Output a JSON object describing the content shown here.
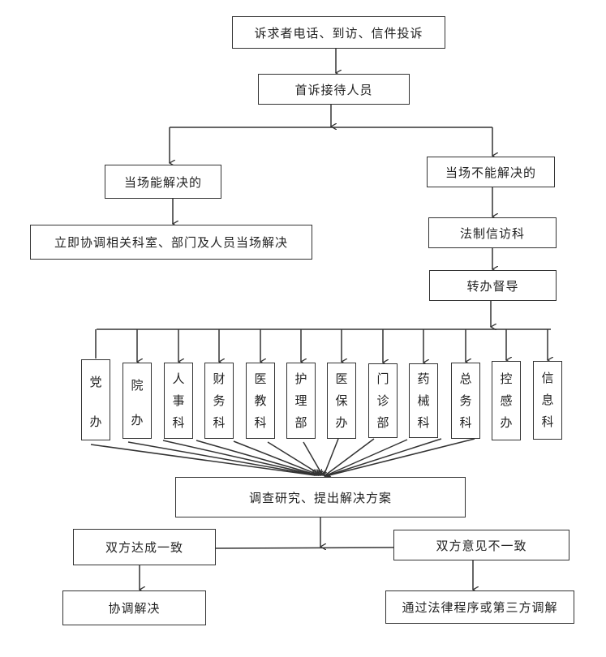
{
  "title": "投诉处理流程图",
  "nodes": {
    "source": "诉求者电话、到访、信件投诉",
    "reception": "首诉接待人员",
    "can_resolve": "当场能解决的",
    "cannot_resolve": "当场不能解决的",
    "immediate": "立即协调相关科室、部门及人员当场解决",
    "legal_office": "法制信访科",
    "supervise": "转办督导",
    "investigate": "调查研究、提出解决方案",
    "agree": "双方达成一致",
    "disagree": "双方意见不一致",
    "coordinate": "协调解决",
    "legal_route": "通过法律程序或第三方调解"
  },
  "departments": [
    {
      "label": "党办",
      "chars": [
        "党",
        "办"
      ]
    },
    {
      "label": "院办",
      "chars": [
        "院",
        "办"
      ]
    },
    {
      "label": "人事科",
      "chars": [
        "人",
        "事",
        "科"
      ]
    },
    {
      "label": "财务科",
      "chars": [
        "财",
        "务",
        "科"
      ]
    },
    {
      "label": "医教科",
      "chars": [
        "医",
        "教",
        "科"
      ]
    },
    {
      "label": "护理部",
      "chars": [
        "护",
        "理",
        "部"
      ]
    },
    {
      "label": "医保办",
      "chars": [
        "医",
        "保",
        "办"
      ]
    },
    {
      "label": "门诊部",
      "chars": [
        "门",
        "诊",
        "部"
      ]
    },
    {
      "label": "药械科",
      "chars": [
        "药",
        "械",
        "科"
      ]
    },
    {
      "label": "总务科",
      "chars": [
        "总",
        "务",
        "科"
      ]
    },
    {
      "label": "控感办",
      "chars": [
        "控",
        "感",
        "办"
      ]
    },
    {
      "label": "信息科",
      "chars": [
        "信",
        "息",
        "科"
      ]
    }
  ],
  "colors": {
    "line": "#333333",
    "background": "#ffffff"
  }
}
